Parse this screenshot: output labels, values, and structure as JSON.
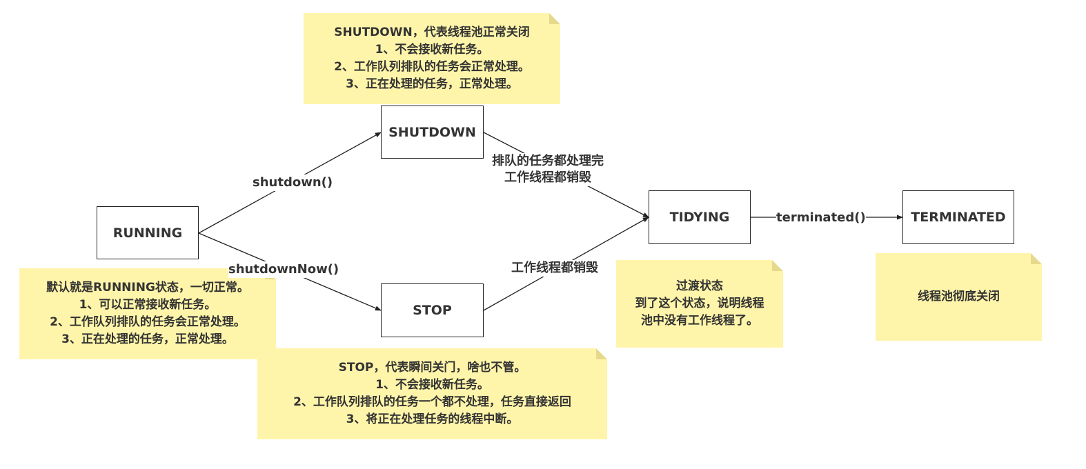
{
  "states": {
    "running": "RUNNING",
    "shutdown": "SHUTDOWN",
    "stop": "STOP",
    "tidying": "TIDYING",
    "terminated": "TERMINATED"
  },
  "edges": {
    "shutdown_call": "shutdown()",
    "shutdownnow_call": "shutdownNow()",
    "shutdown_to_tidying": [
      "排队的任务都处理完",
      "工作线程都销毁"
    ],
    "stop_to_tidying": "工作线程都销毁",
    "terminated_call": "terminated()"
  },
  "notes": {
    "shutdown": [
      "SHUTDOWN，代表线程池正常关闭",
      "1、不会接收新任务。",
      "2、工作队列排队的任务会正常处理。",
      "3、正在处理的任务，正常处理。"
    ],
    "running": [
      "默认就是RUNNING状态，一切正常。",
      "1、可以正常接收新任务。",
      "2、工作队列排队的任务会正常处理。",
      "3、正在处理的任务，正常处理。"
    ],
    "stop": [
      "STOP，代表瞬间关门，啥也不管。",
      "1、不会接收新任务。",
      "2、工作队列排队的任务一个都不处理，任务直接返回",
      "3、将正在处理任务的线程中断。"
    ],
    "tidying": [
      "过渡状态",
      "到了这个状态，说明线程",
      "池中没有工作线程了。"
    ],
    "terminated": [
      "线程池彻底关闭"
    ]
  },
  "colors": {
    "note_fill": "#fff5aa",
    "border": "#222222",
    "text": "#333333"
  }
}
